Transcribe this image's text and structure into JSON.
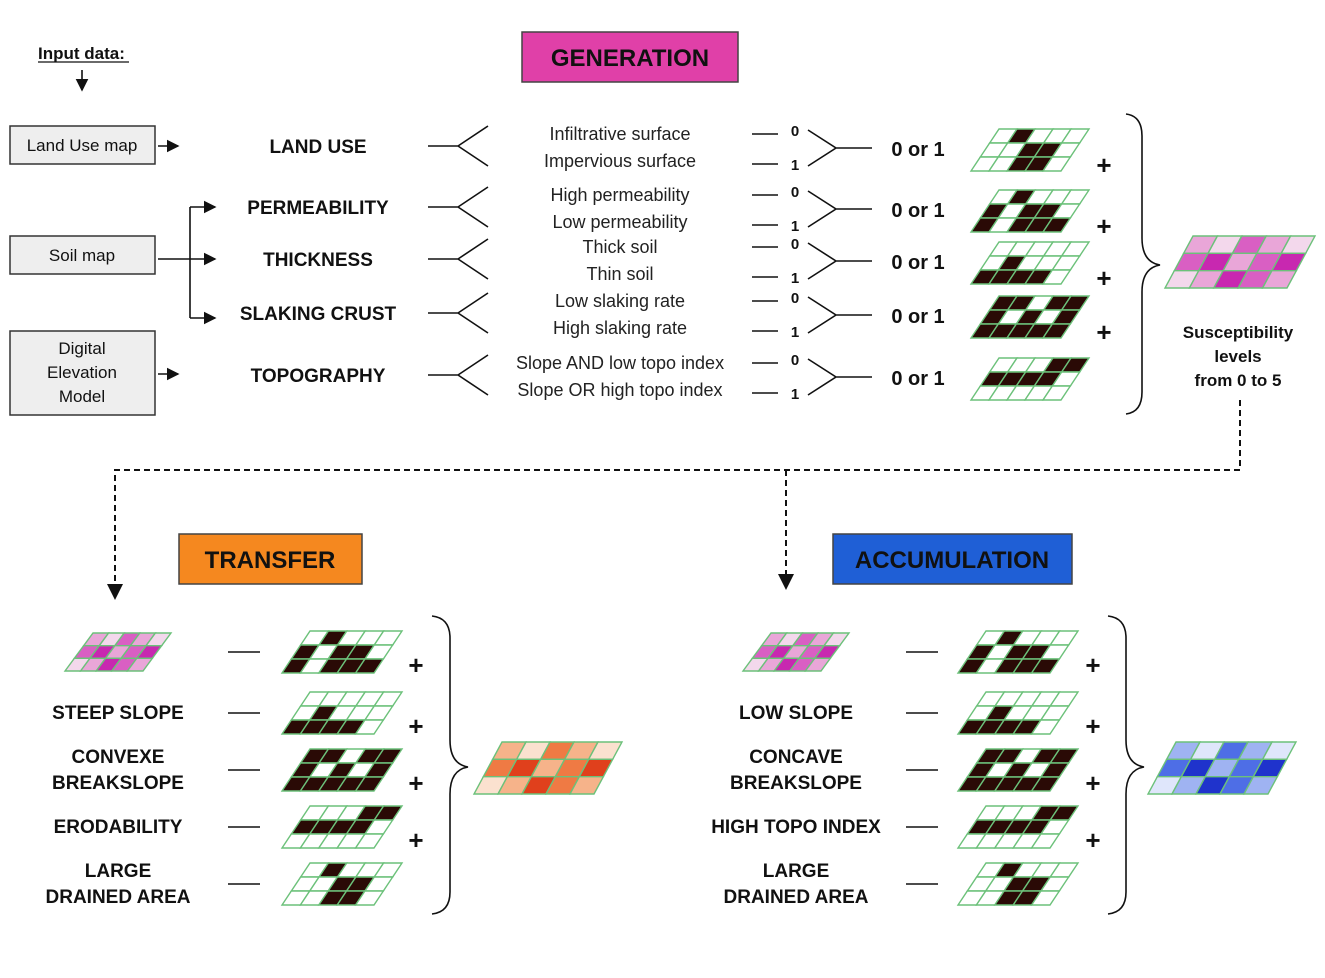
{
  "input_header": "Input data:",
  "inputs": {
    "land_use": "Land Use map",
    "soil": "Soil map",
    "dem": [
      "Digital",
      "Elevation",
      "Model"
    ]
  },
  "generation": {
    "title": "GENERATION",
    "color": "#e040a8",
    "factors": [
      {
        "label": "LAND USE",
        "class0": "Infiltrative surface",
        "class1": "Impervious surface"
      },
      {
        "label": "PERMEABILITY",
        "class0": "High permeability",
        "class1": "Low permeability"
      },
      {
        "label": "THICKNESS",
        "class0": "Thick soil",
        "class1": "Thin soil"
      },
      {
        "label": "SLAKING CRUST",
        "class0": "Low slaking rate",
        "class1": "High slaking rate"
      },
      {
        "label": "TOPOGRAPHY",
        "class0": "Slope AND low topo index",
        "class1": "Slope OR high topo index"
      }
    ],
    "zero": "0",
    "one": "1",
    "binary_label": "0 or 1",
    "plus": "+",
    "susceptibility": [
      "Susceptibility",
      "levels",
      "from 0 to 5"
    ],
    "susceptibility_color": "#e8112d"
  },
  "transfer": {
    "title": "TRANSFER",
    "color": "#f5881f",
    "factors": [
      [
        ""
      ],
      [
        "STEEP SLOPE"
      ],
      [
        "CONVEXE",
        "BREAKSLOPE"
      ],
      [
        "ERODABILITY"
      ],
      [
        "LARGE",
        "DRAINED AREA"
      ]
    ]
  },
  "accumulation": {
    "title": "ACCUMULATION",
    "color": "#1f5fd6",
    "factors": [
      [
        ""
      ],
      [
        "LOW SLOPE"
      ],
      [
        "CONCAVE",
        "BREAKSLOPE"
      ],
      [
        "HIGH TOPO INDEX"
      ],
      [
        "LARGE",
        "DRAINED AREA"
      ]
    ]
  },
  "grid_colors": {
    "dark": "#2a0a06",
    "light": "#ffffff",
    "grid_line": "#6cc17a",
    "magenta": [
      "#f3d8ec",
      "#e9a6d8",
      "#d95fc3",
      "#c828b0"
    ],
    "red": [
      "#fbe1cf",
      "#f6b38a",
      "#ef7a44",
      "#e0401c"
    ],
    "blue": [
      "#dfe6fb",
      "#9fb3f2",
      "#4e6ee6",
      "#1f33cc"
    ]
  }
}
